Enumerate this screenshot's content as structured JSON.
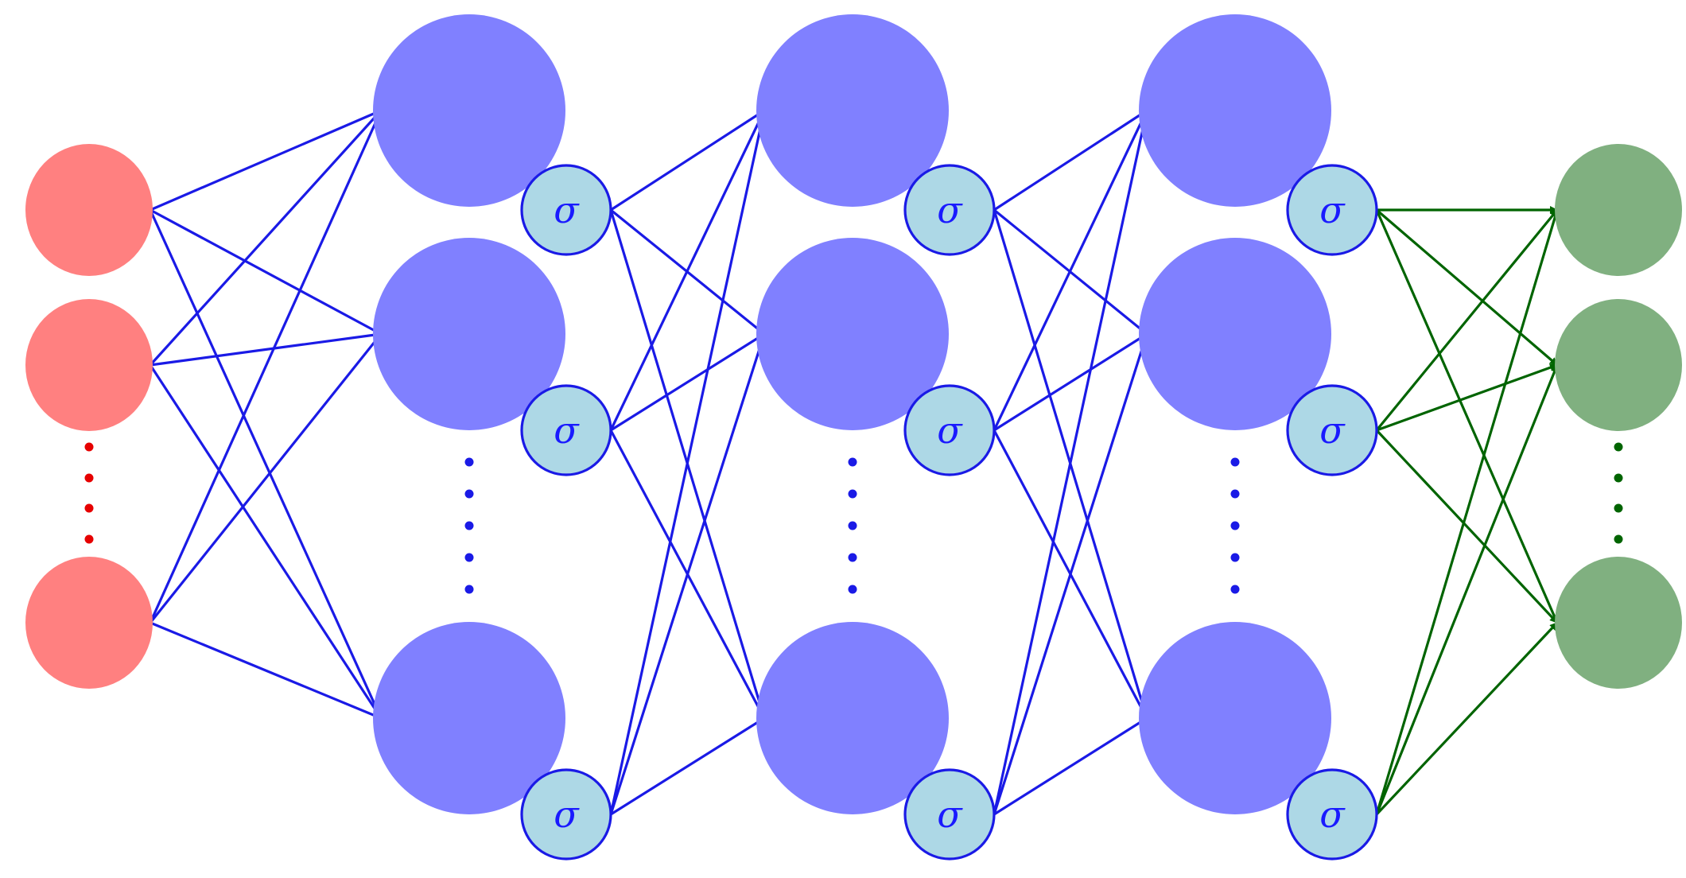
{
  "activation_symbol": "σ",
  "colors": {
    "input_node": "#ff8080",
    "input_dots": "#e60000",
    "hidden_node": "#8080ff",
    "hidden_dots": "#1a1ae6",
    "activation_fill": "#add8e6",
    "activation_stroke": "#1a1ae6",
    "hidden_edge": "#1a1ae6",
    "output_node": "#80b080",
    "output_dots": "#006400",
    "output_edge": "#006400"
  },
  "layers": [
    {
      "name": "input",
      "nodes_shown": 3,
      "ellipsis": true
    },
    {
      "name": "hidden-1",
      "nodes_shown": 3,
      "ellipsis": true
    },
    {
      "name": "hidden-2",
      "nodes_shown": 3,
      "ellipsis": true
    },
    {
      "name": "hidden-3",
      "nodes_shown": 3,
      "ellipsis": true
    },
    {
      "name": "output",
      "nodes_shown": 3,
      "ellipsis": true
    }
  ],
  "connections": "fully-connected"
}
